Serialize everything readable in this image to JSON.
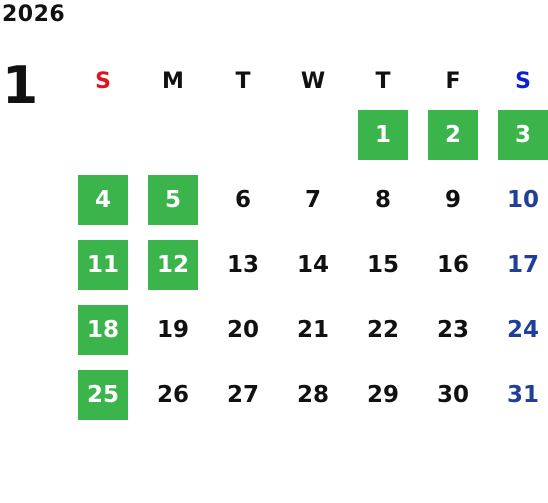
{
  "calendar": {
    "year": "2026",
    "month": "1",
    "weekdays": [
      {
        "label": "S",
        "color": "#e0141e"
      },
      {
        "label": "M",
        "color": "#111111"
      },
      {
        "label": "T",
        "color": "#111111"
      },
      {
        "label": "W",
        "color": "#111111"
      },
      {
        "label": "T",
        "color": "#111111"
      },
      {
        "label": "F",
        "color": "#111111"
      },
      {
        "label": "S",
        "color": "#0a1fd6"
      }
    ],
    "highlight_color": "#3bb44b",
    "weeks": [
      [
        null,
        null,
        null,
        null,
        {
          "day": "1",
          "highlighted": true
        },
        {
          "day": "2",
          "highlighted": true
        },
        {
          "day": "3",
          "highlighted": true
        }
      ],
      [
        {
          "day": "4",
          "highlighted": true
        },
        {
          "day": "5",
          "highlighted": true
        },
        {
          "day": "6",
          "highlighted": false
        },
        {
          "day": "7",
          "highlighted": false
        },
        {
          "day": "8",
          "highlighted": false
        },
        {
          "day": "9",
          "highlighted": false
        },
        {
          "day": "10",
          "highlighted": false
        }
      ],
      [
        {
          "day": "11",
          "highlighted": true
        },
        {
          "day": "12",
          "highlighted": true
        },
        {
          "day": "13",
          "highlighted": false
        },
        {
          "day": "14",
          "highlighted": false
        },
        {
          "day": "15",
          "highlighted": false
        },
        {
          "day": "16",
          "highlighted": false
        },
        {
          "day": "17",
          "highlighted": false
        }
      ],
      [
        {
          "day": "18",
          "highlighted": true
        },
        {
          "day": "19",
          "highlighted": false
        },
        {
          "day": "20",
          "highlighted": false
        },
        {
          "day": "21",
          "highlighted": false
        },
        {
          "day": "22",
          "highlighted": false
        },
        {
          "day": "23",
          "highlighted": false
        },
        {
          "day": "24",
          "highlighted": false
        }
      ],
      [
        {
          "day": "25",
          "highlighted": true
        },
        {
          "day": "26",
          "highlighted": false
        },
        {
          "day": "27",
          "highlighted": false
        },
        {
          "day": "28",
          "highlighted": false
        },
        {
          "day": "29",
          "highlighted": false
        },
        {
          "day": "30",
          "highlighted": false
        },
        {
          "day": "31",
          "highlighted": false
        }
      ]
    ]
  }
}
